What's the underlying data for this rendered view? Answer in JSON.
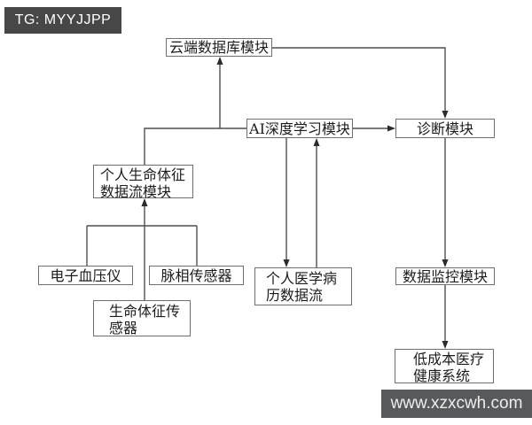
{
  "watermarks": {
    "telegram_badge": "TG: MYYJJPP",
    "site_badge": "www.xzxcwh.com"
  },
  "diagram": {
    "type": "flowchart",
    "nodes": [
      {
        "id": "cloud-db",
        "label": "云端数据库模块"
      },
      {
        "id": "ai-deep-learning",
        "label": "AI深度学习模块"
      },
      {
        "id": "diagnosis",
        "label": "诊断模块"
      },
      {
        "id": "vital-sign-stream",
        "label": "个人生命体征\n数据流模块"
      },
      {
        "id": "bp-monitor",
        "label": "电子血压仪"
      },
      {
        "id": "pulse-sensor",
        "label": "脉相传感器"
      },
      {
        "id": "vital-sensor",
        "label": "生命体征传\n感器"
      },
      {
        "id": "medical-record-stream",
        "label": "个人医学病\n历数据流"
      },
      {
        "id": "data-monitor",
        "label": "数据监控模块"
      },
      {
        "id": "low-cost-system",
        "label": "低成本医疗\n健康系统"
      }
    ],
    "edges": [
      {
        "from": "bp-monitor",
        "to": "vital-sign-stream",
        "arrowhead": true
      },
      {
        "from": "pulse-sensor",
        "to": "vital-sign-stream",
        "arrowhead": true
      },
      {
        "from": "vital-sensor",
        "to": "vital-sign-stream",
        "arrowhead": true
      },
      {
        "from": "vital-sign-stream",
        "to": "ai-deep-learning",
        "arrowhead": false
      },
      {
        "from": "vital-sign-stream",
        "to": "cloud-db",
        "arrowhead": true
      },
      {
        "from": "cloud-db",
        "to": "diagnosis",
        "arrowhead": true
      },
      {
        "from": "ai-deep-learning",
        "to": "diagnosis",
        "arrowhead": true
      },
      {
        "from": "ai-deep-learning",
        "to": "medical-record-stream",
        "arrowhead": true
      },
      {
        "from": "medical-record-stream",
        "to": "ai-deep-learning",
        "arrowhead": true
      },
      {
        "from": "diagnosis",
        "to": "data-monitor",
        "arrowhead": true
      },
      {
        "from": "data-monitor",
        "to": "low-cost-system",
        "arrowhead": true
      }
    ],
    "colors": {
      "background": "#ffffff",
      "box_border": "#6f6f6f",
      "line": "#4f4f4f",
      "text": "#1c1c1c",
      "telegram_badge_bg": "#474747",
      "telegram_badge_text": "#ffffff",
      "site_badge_bg": "#58595b",
      "site_badge_text": "#ededed"
    }
  }
}
